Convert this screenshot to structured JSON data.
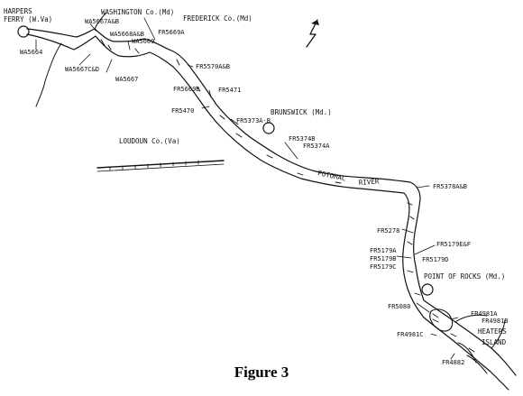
{
  "map": {
    "north_arrow": "north-arrow-icon",
    "places": {
      "harpers_ferry_1": "HARPERS",
      "harpers_ferry_2": "FERRY (W.Va)",
      "washington": "WASHINGTON Co.(Md)",
      "frederick": "FREDERICK Co.(Md)",
      "loudoun": "LOUDOUN Co.(Va)",
      "brunswick": "BRUNSWICK (Md.)",
      "potomac": "POTOMAC",
      "river": "RIVER",
      "point_of_rocks": "POINT OF ROCKS (Md.)",
      "heaters_1": "HEATERS",
      "heaters_2": "ISLAND"
    },
    "sites": {
      "wa5664": "WA5664",
      "wa5667ab": "WA5667A&B",
      "wa5668ab": "WA5668A&B",
      "wa5669": "WA5669",
      "fr5669a": "FR5669A",
      "wa5667cd": "WA5667C&D",
      "wa5667": "WA5667",
      "fr5570ab": "FR5570A&B",
      "fr5669b": "FR5669B",
      "fr5471": "FR5471",
      "fr5470": "FR5470",
      "fr5373ab": "FR5373A-B",
      "fr5374b": "FR5374B",
      "fr5374a": "FR5374A",
      "fr5378ab": "FR5378A&B",
      "fr5278": "FR5278",
      "fr5179ef": "FR5179E&F",
      "fr5179a": "FR5179A",
      "fr5179b": "FR5179B",
      "fr5179c": "FR5179C",
      "fr5179d": "FR5179D",
      "fr5080": "FR5080",
      "fr4981a": "FR4981A",
      "fr4981b": "FR4981B",
      "fr4981c": "FR4981C",
      "fr4882": "FR4882"
    }
  },
  "caption": "Figure 3"
}
